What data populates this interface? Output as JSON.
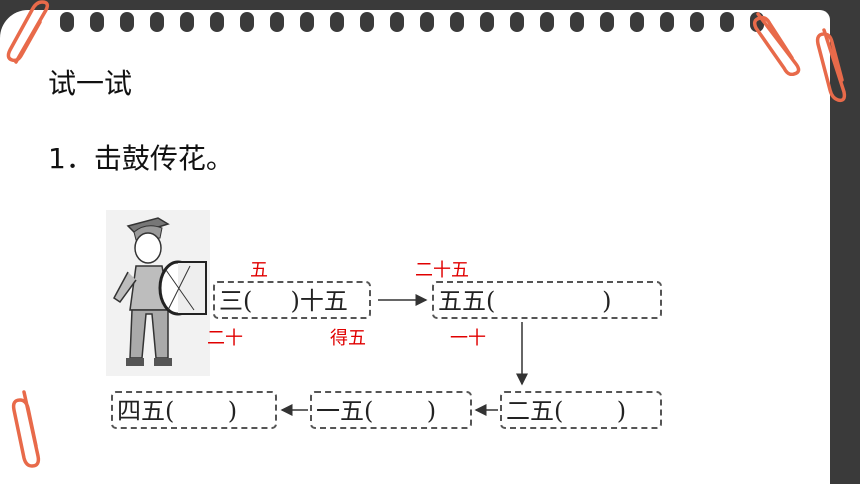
{
  "heading": "试一试",
  "question": "1．击鼓传花。",
  "boxes": {
    "b1": "三(     )十五",
    "b2": "五五(              )",
    "b3": "二五(       )",
    "b4": "一五(       )",
    "b5": "四五(       )"
  },
  "answers": {
    "a1": "五",
    "a2": "二十",
    "a3": "得五",
    "a4": "二十五",
    "a5": "一十"
  },
  "colors": {
    "answer": "#e00000",
    "clip": "#e86a4a",
    "background": "#3a3a3a"
  },
  "icons": [
    "paperclip-icon",
    "drummer-illustration"
  ]
}
